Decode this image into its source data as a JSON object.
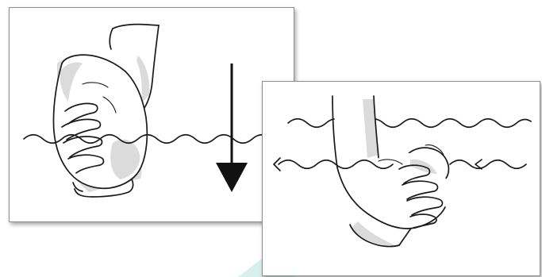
{
  "scene": {
    "description_free": true,
    "panels": [
      {
        "id": "left",
        "arrow_direction": "down"
      },
      {
        "id": "right",
        "arrow_direction": "left"
      }
    ],
    "colors": {
      "ink": "#1a1a1a",
      "background": "#ffffff",
      "border": "#8e8e8e",
      "accent_teal": "#d8f0ec"
    }
  }
}
